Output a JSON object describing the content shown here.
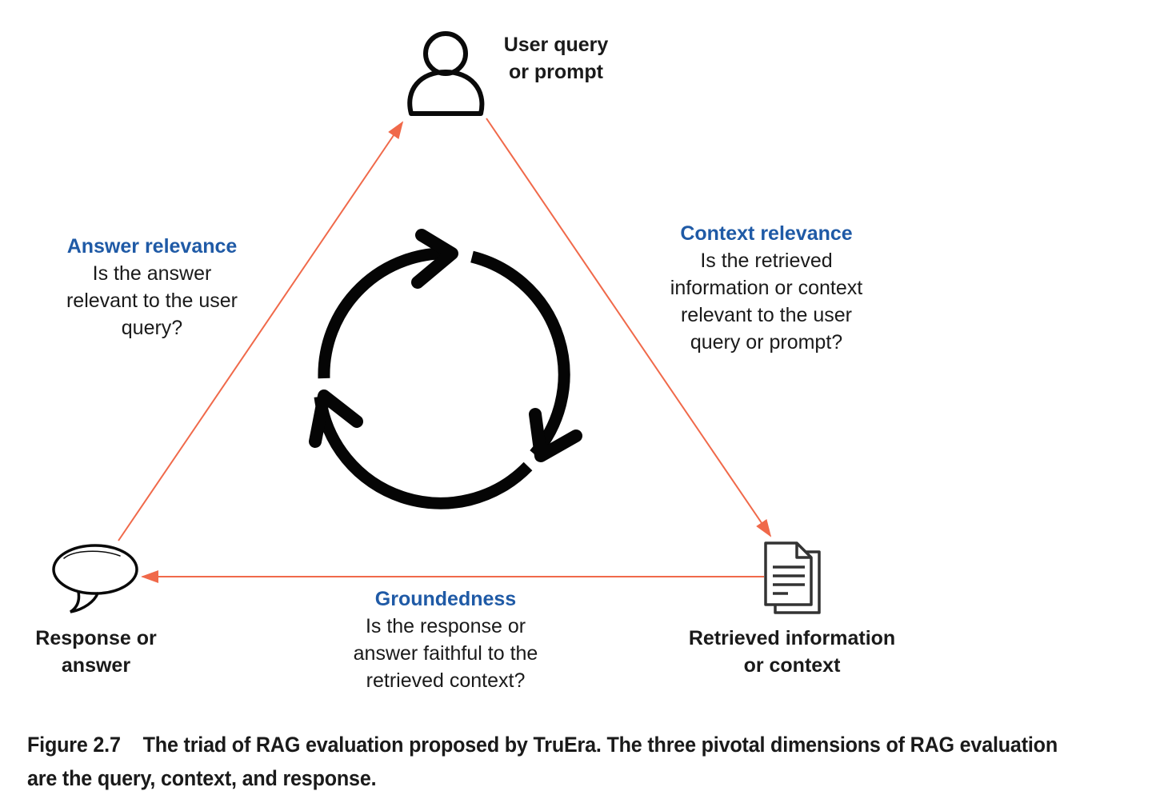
{
  "nodes": {
    "user": {
      "label_line1": "User query",
      "label_line2": "or prompt",
      "icon": "user-icon"
    },
    "context": {
      "label_line1": "Retrieved information",
      "label_line2": "or context",
      "icon": "document-icon"
    },
    "response": {
      "label_line1": "Response or",
      "label_line2": "answer",
      "icon": "speech-bubble-icon"
    }
  },
  "edges": {
    "answer_relevance": {
      "title": "Answer relevance",
      "lines": [
        "Is the answer",
        "relevant to the user",
        "query?"
      ]
    },
    "context_relevance": {
      "title": "Context relevance",
      "lines": [
        "Is the retrieved",
        "information or context",
        "relevant to the user",
        "query or prompt?"
      ]
    },
    "groundedness": {
      "title": "Groundedness",
      "lines": [
        "Is the response or",
        "answer faithful to the",
        "retrieved context?"
      ]
    }
  },
  "center_icon": "cycle-arrows-icon",
  "caption": {
    "number": "Figure 2.7",
    "text": "The triad of RAG evaluation proposed by TruEra. The three pivotal dimensions of RAG evaluation are the query, context, and response."
  },
  "colors": {
    "arrow": "#f0694a",
    "heading": "#1f5aa6",
    "text": "#1a1a1a"
  }
}
